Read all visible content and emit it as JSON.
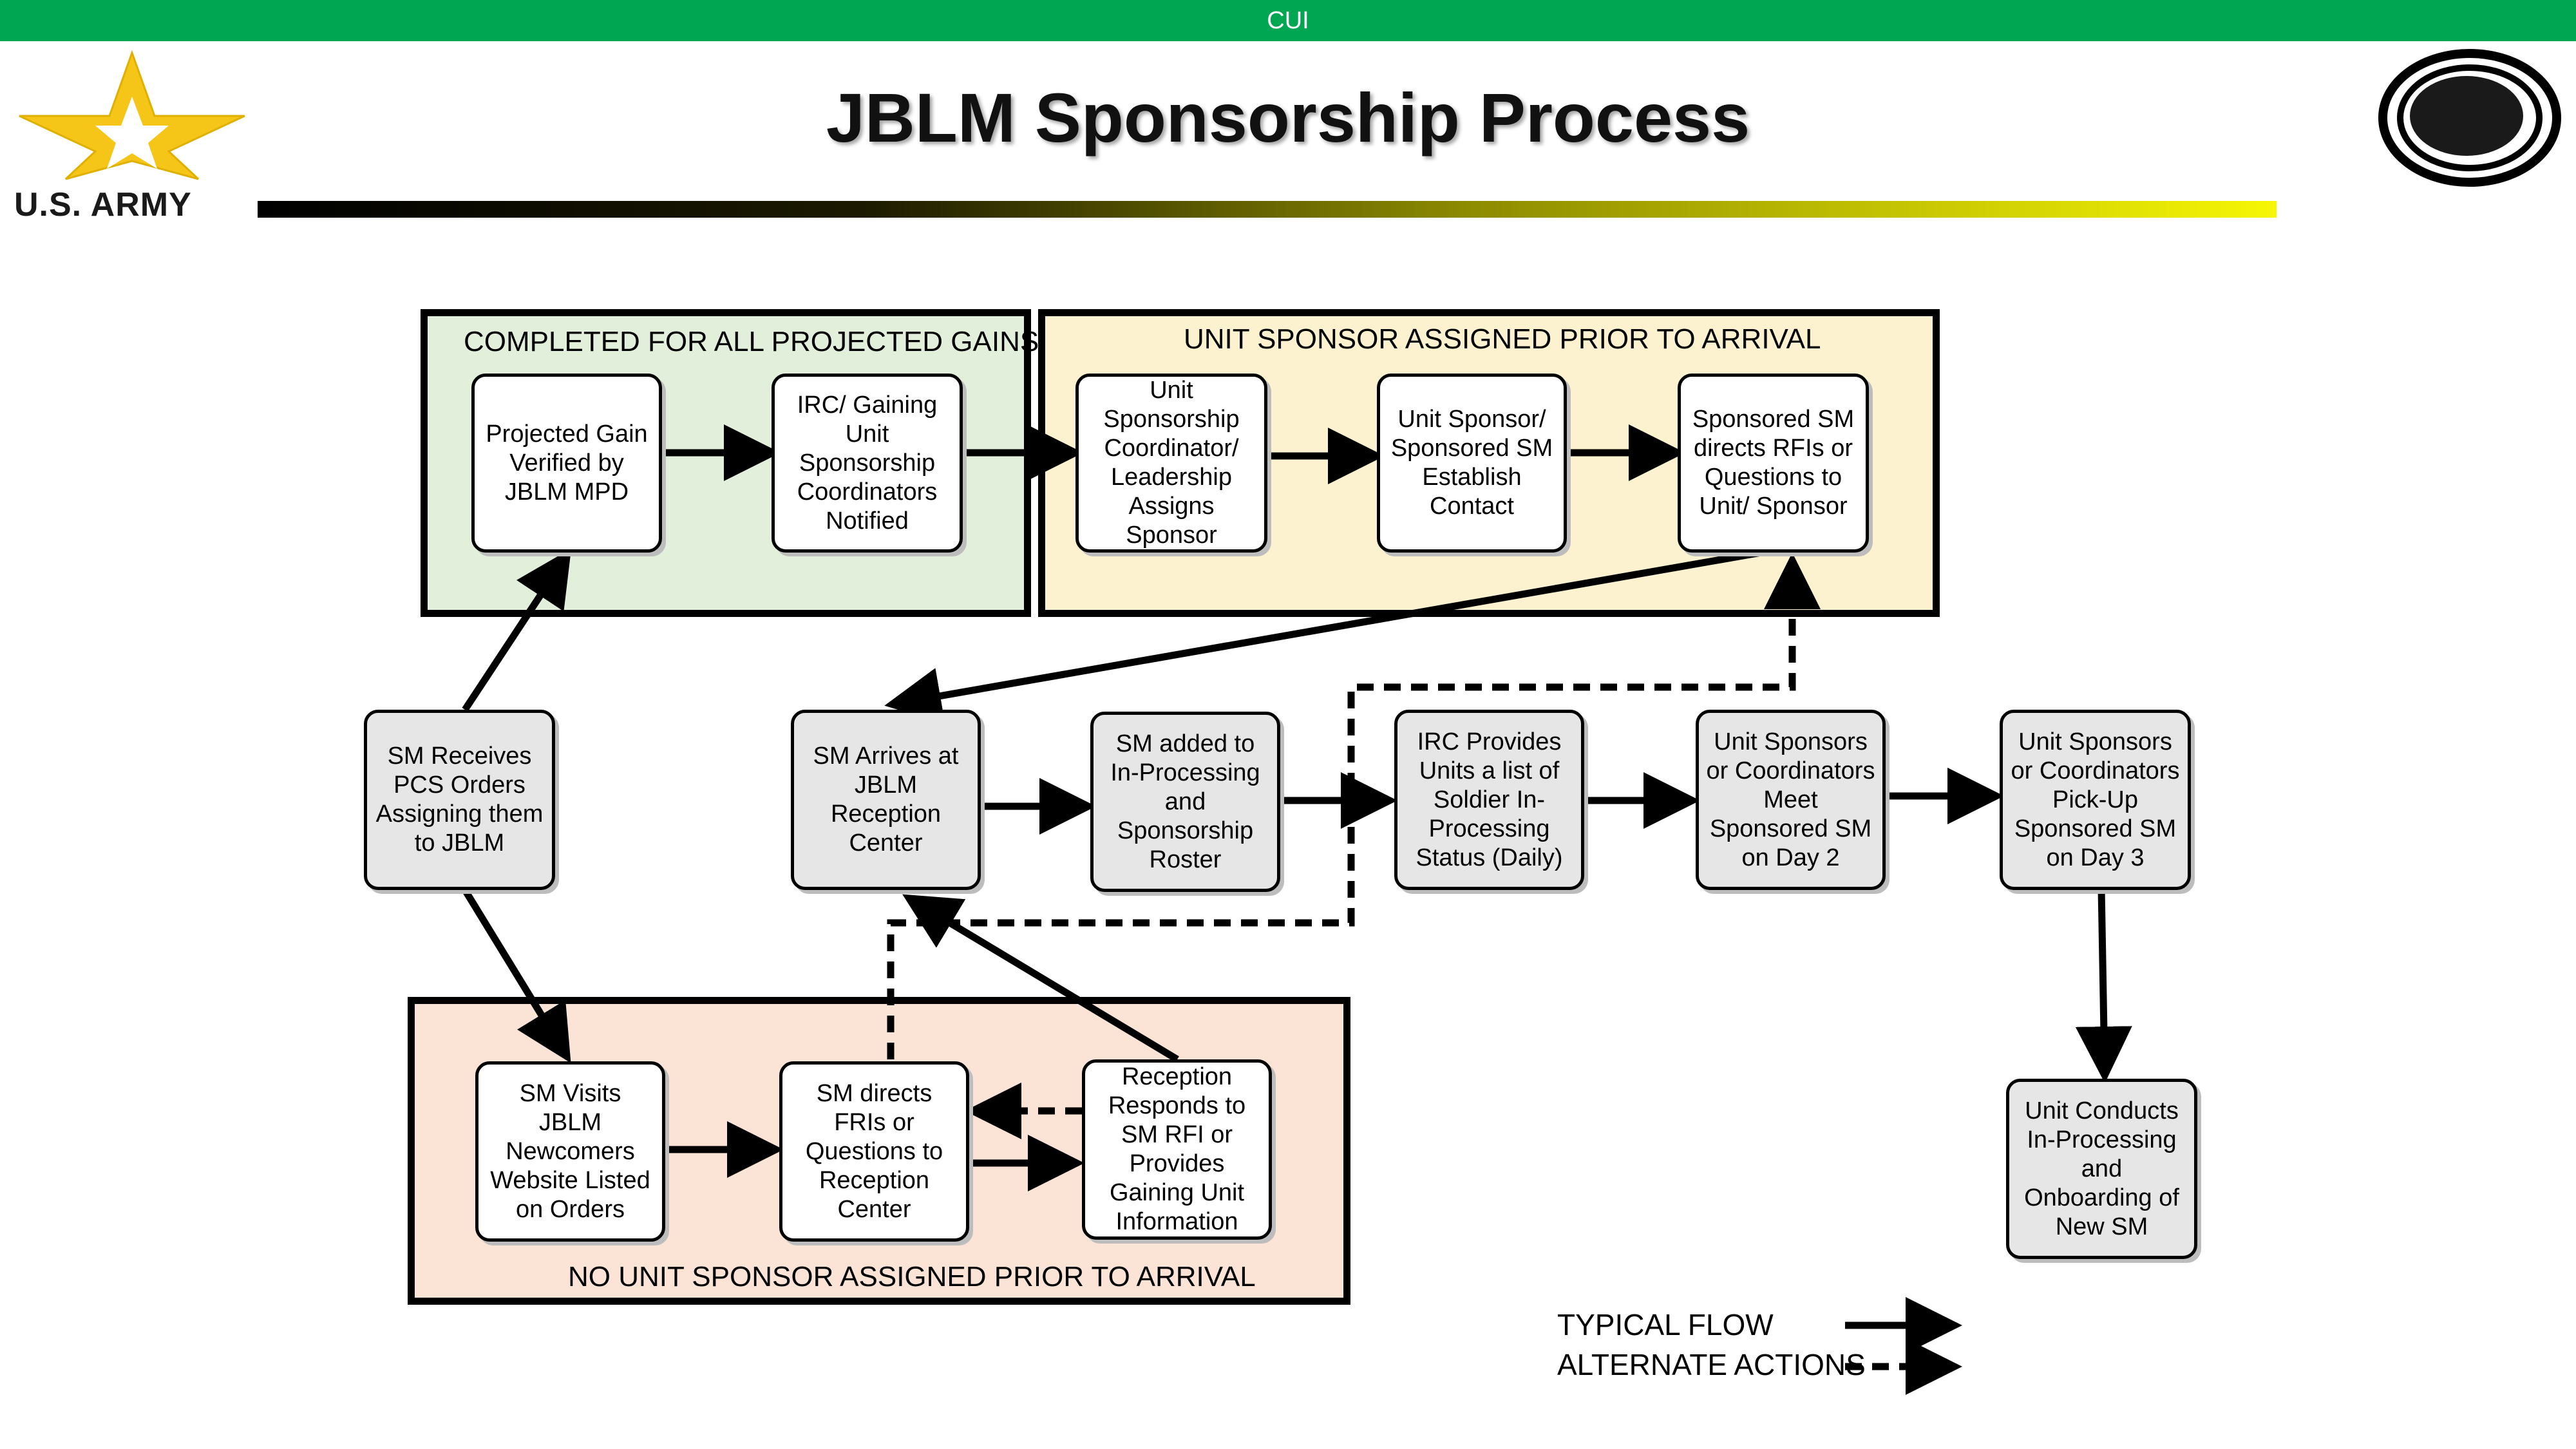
{
  "header": {
    "classification": "CUI",
    "title": "JBLM Sponsorship Process",
    "army_wordmark": "U.S. ARMY"
  },
  "regions": {
    "completed": {
      "label": "COMPLETED FOR ALL PROJECTED GAINS",
      "fill": "#e2efda"
    },
    "unit_sponsor": {
      "label": "UNIT SPONSOR ASSIGNED PRIOR TO ARRIVAL",
      "fill": "#fdf2d0"
    },
    "no_sponsor": {
      "label": "NO UNIT SPONSOR ASSIGNED PRIOR TO ARRIVAL",
      "fill": "#fbe3d6"
    }
  },
  "nodes": {
    "projected_gain": "Projected Gain Verified by JBLM MPD",
    "irc_notified": "IRC/ Gaining Unit Sponsorship Coordinators Notified",
    "coordinator_assigns": "Unit Sponsorship Coordinator/ Leadership Assigns Sponsor",
    "establish_contact": "Unit Sponsor/ Sponsored SM Establish Contact",
    "sponsored_rfis": "Sponsored SM directs RFIs or Questions to Unit/ Sponsor",
    "pcs_orders": "SM Receives PCS Orders Assigning them to JBLM",
    "arrives_reception": "SM Arrives at JBLM Reception Center",
    "inprocessing_roster": "SM added to In-Processing and Sponsorship Roster",
    "irc_list": "IRC Provides Units a list of Soldier In-Processing Status (Daily)",
    "meet_day2": "Unit Sponsors or Coordinators Meet Sponsored SM on Day 2",
    "pickup_day3": "Unit Sponsors or Coordinators Pick-Up Sponsored SM on Day 3",
    "onboarding": "Unit Conducts In-Processing and Onboarding of New SM",
    "newcomers_site": "SM Visits JBLM Newcomers Website Listed on Orders",
    "directs_fris": "SM directs FRIs or Questions to Reception Center",
    "reception_responds": "Reception Responds to SM RFI or Provides Gaining Unit Information"
  },
  "legend": {
    "typical": "TYPICAL FLOW",
    "alternate": "ALTERNATE ACTIONS"
  },
  "colors": {
    "cui_bar": "#00a651",
    "node_white": "#ffffff",
    "node_gray": "#e6e6e6",
    "star": "#f5c518"
  },
  "icons": [
    "army-star-icon",
    "unit-patch-icon"
  ]
}
